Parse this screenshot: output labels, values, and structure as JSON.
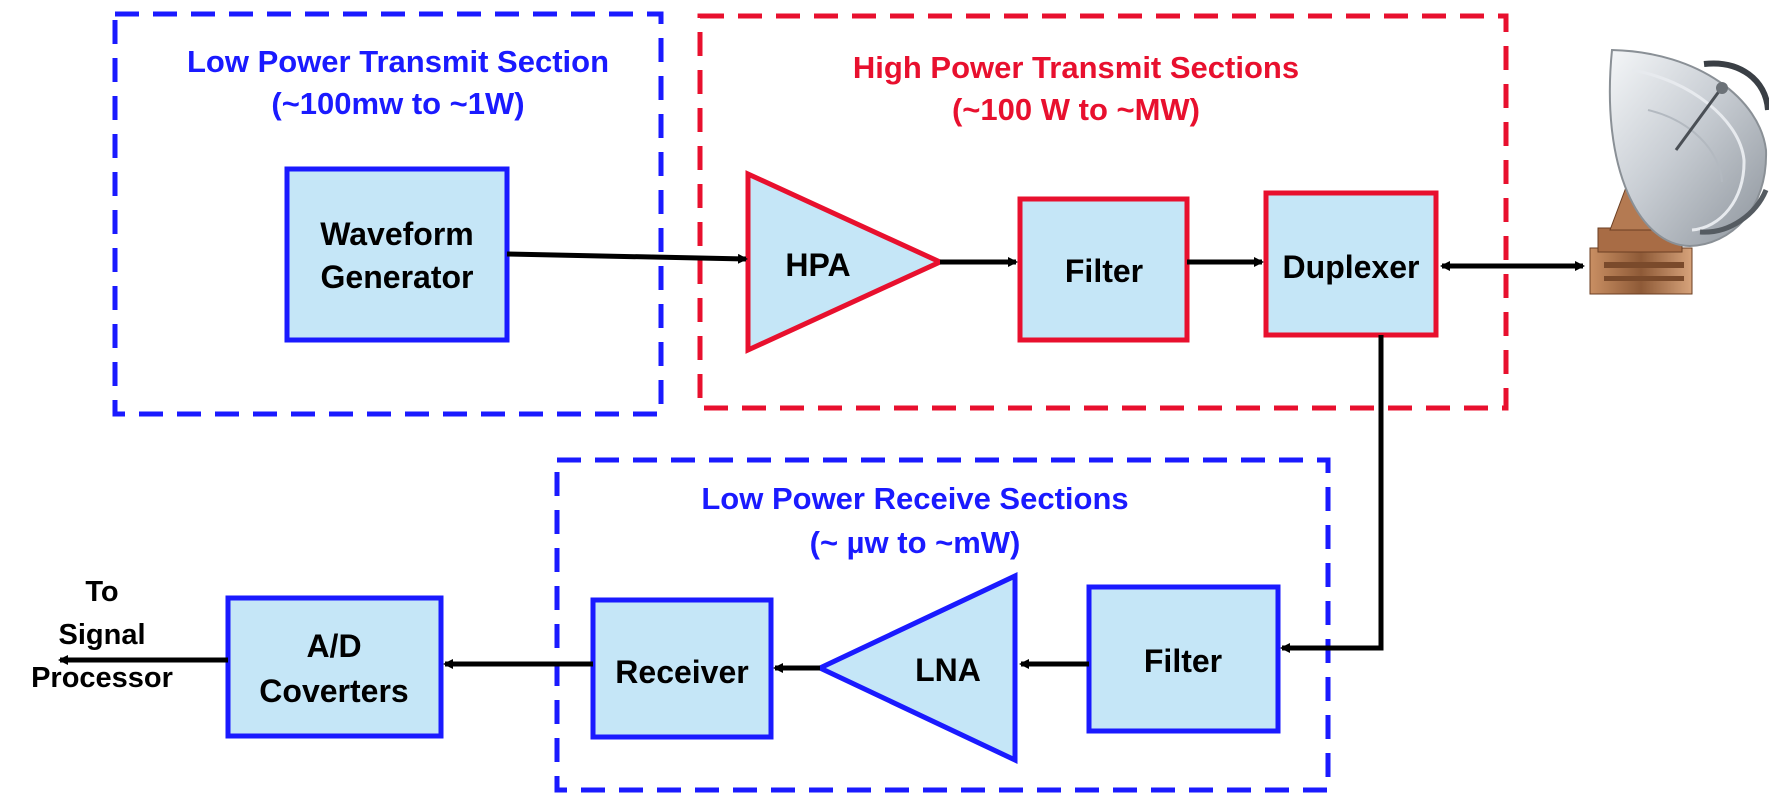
{
  "sections": {
    "low_tx": {
      "title": "Low Power Transmit Section",
      "range": "(~100mw to ~1W)"
    },
    "high_tx": {
      "title": "High Power Transmit Sections",
      "range": "(~100 W to ~MW)"
    },
    "low_rx": {
      "title": "Low Power Receive Sections",
      "range": "(~ µw to ~mW)"
    }
  },
  "blocks": {
    "waveform_generator": [
      "Waveform",
      "Generator"
    ],
    "hpa": "HPA",
    "tx_filter": "Filter",
    "duplexer": "Duplexer",
    "rx_filter": "Filter",
    "lna": "LNA",
    "receiver": "Receiver",
    "ad_converters": [
      "A/D",
      "Coverters"
    ]
  },
  "output_label": [
    "To",
    "Signal",
    "Processor"
  ],
  "colors": {
    "low_power": "#1a1aff",
    "high_power": "#e8102e",
    "block_fill": "#c5e6f7",
    "connector": "#000000"
  },
  "icons": {
    "antenna": "satellite-dish-icon"
  }
}
